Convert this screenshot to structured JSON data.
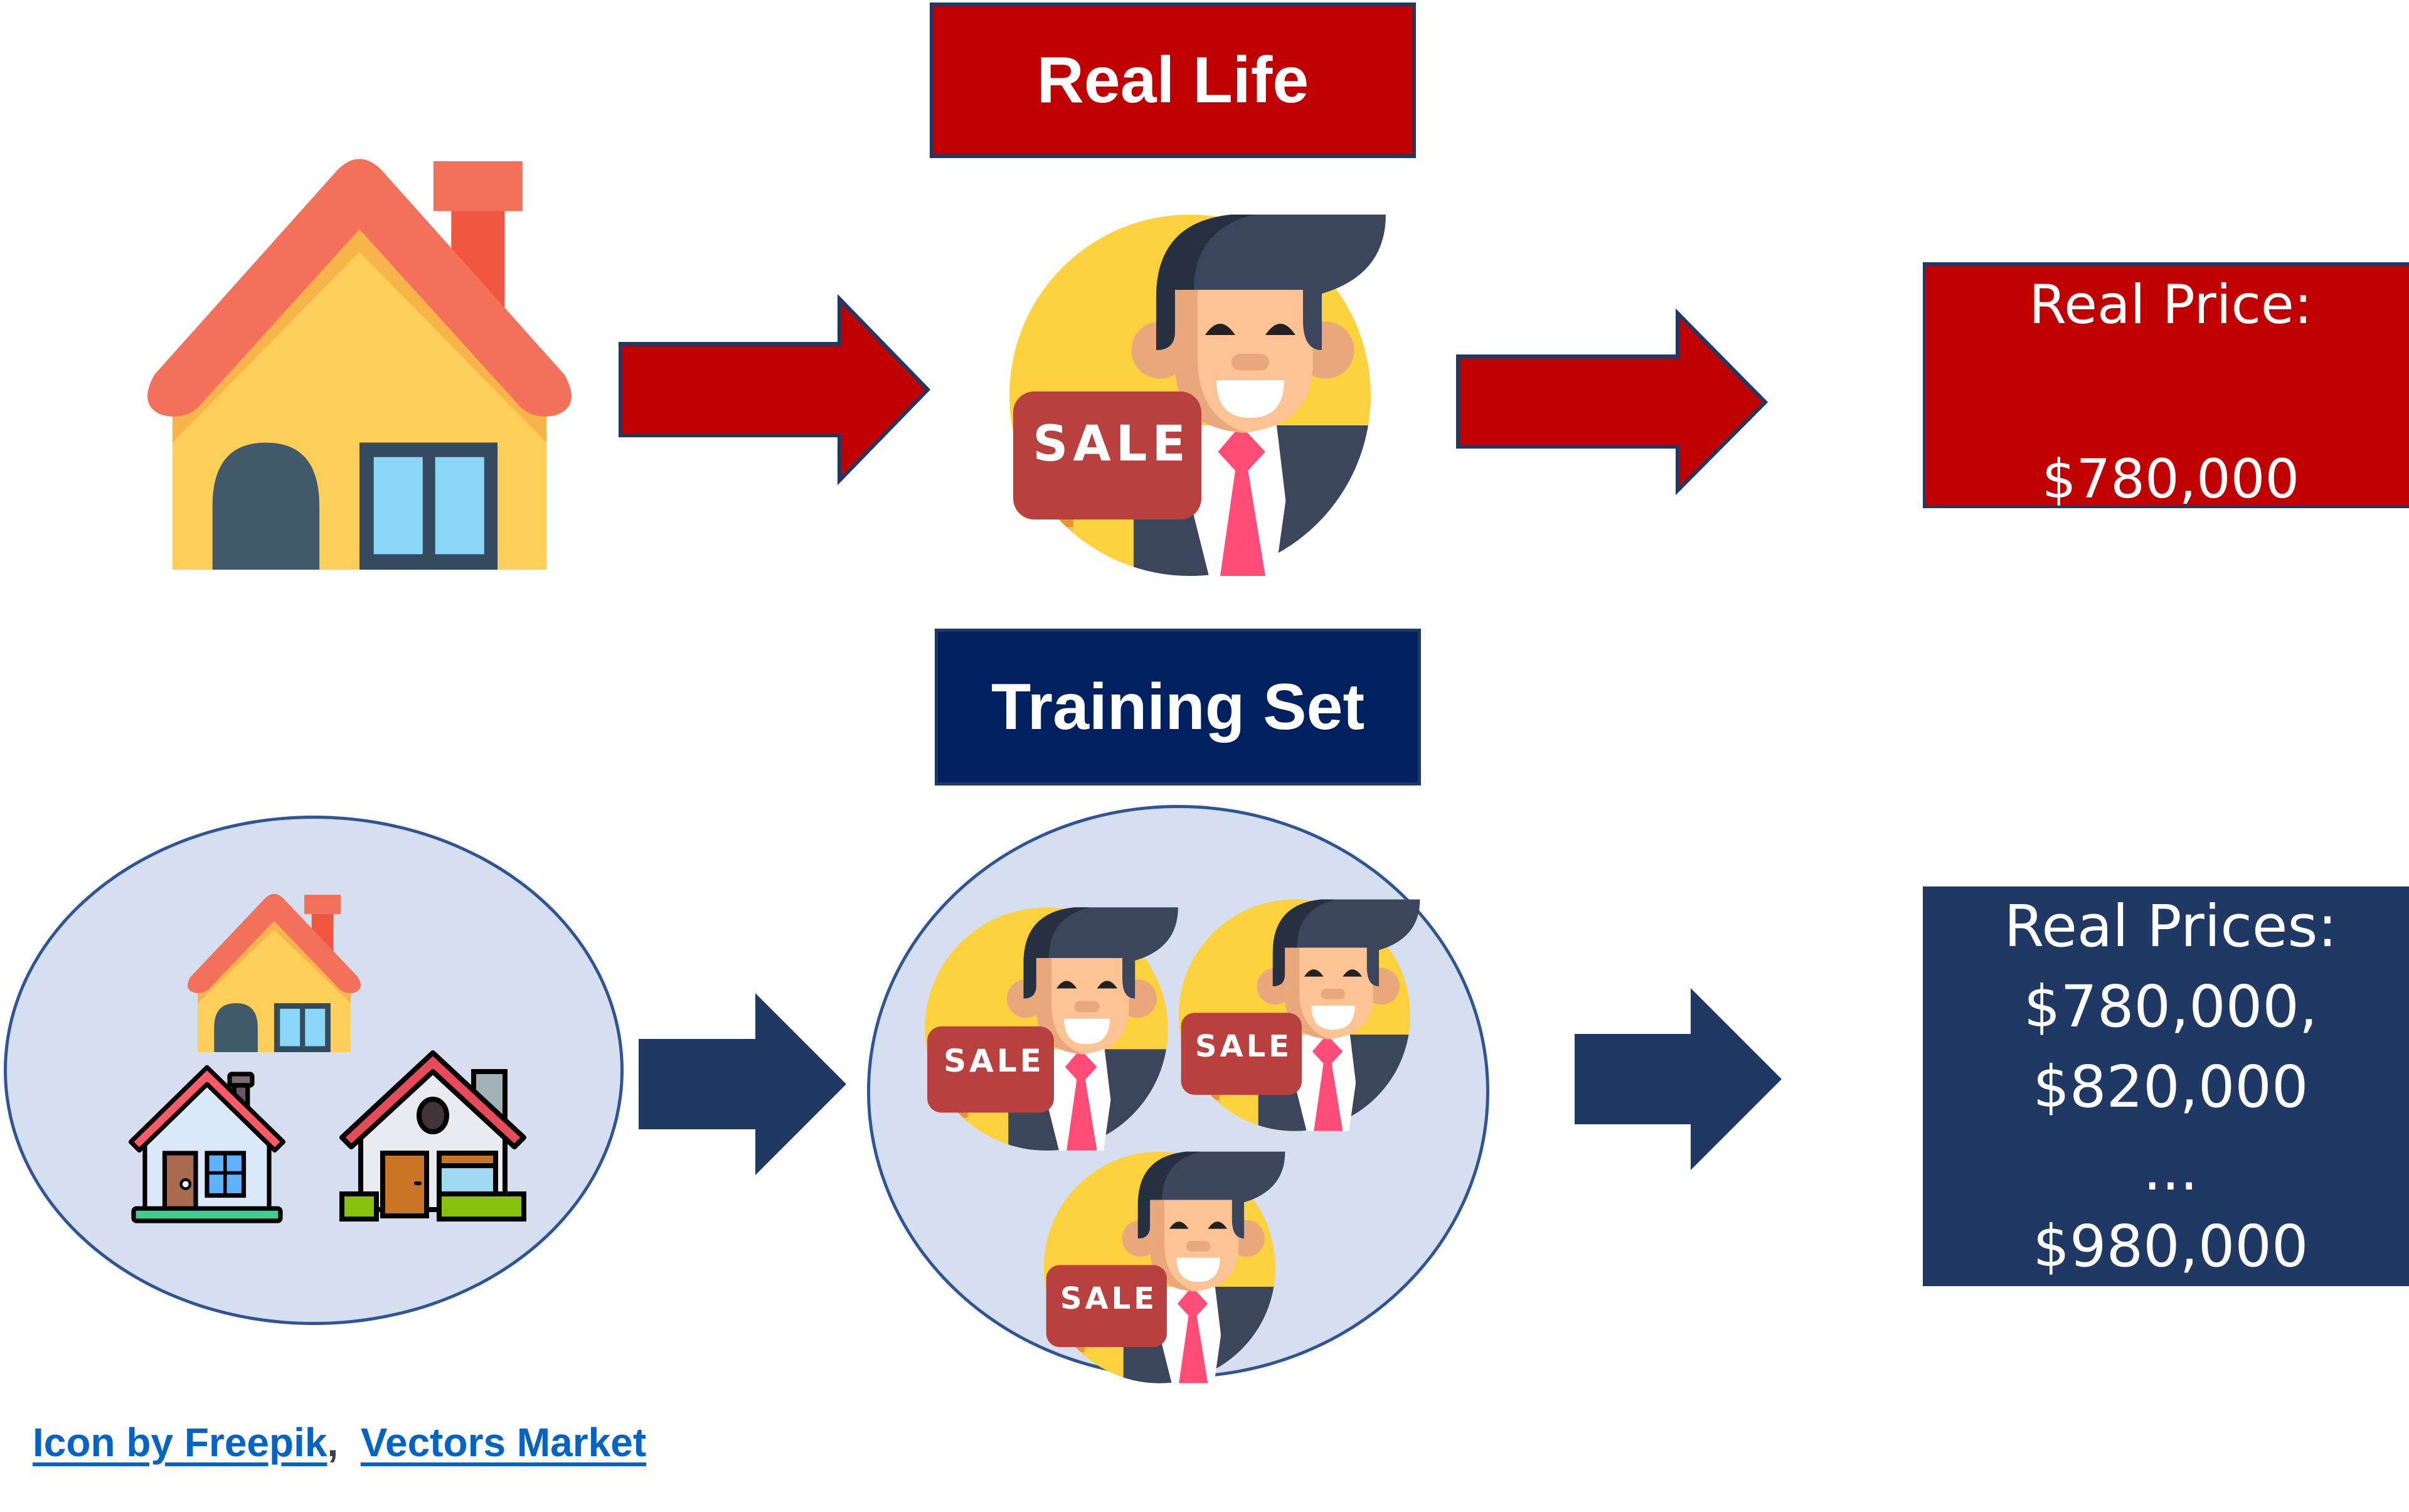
{
  "top_row": {
    "section_label": "Real Life",
    "input_icon": "house-icon",
    "agent_icon": "realtor-with-sale-sign-icon",
    "agent_sign_text": "SALE",
    "output_box": {
      "title": "Real Price:",
      "value": "$780,000"
    },
    "arrow_color": "#C00000"
  },
  "bottom_row": {
    "section_label": "Training Set",
    "input_icons": [
      "house-icon",
      "cottage-outline-icon",
      "house-outline-icon"
    ],
    "agent_icons": [
      "realtor-with-sale-sign-icon",
      "realtor-with-sale-sign-icon",
      "realtor-with-sale-sign-icon"
    ],
    "agent_sign_text": "SALE",
    "output_box": {
      "title": "Real Prices:",
      "values": [
        "$780,000,",
        "$820,000",
        "...",
        "$980,000"
      ]
    },
    "arrow_color": "#203864"
  },
  "credits": {
    "link1": "Icon by Freepik",
    "separator": ",",
    "link2": "Vectors Market"
  },
  "colors": {
    "real_life_red": "#C00000",
    "training_navy": "#002060",
    "price_navy": "#203864",
    "ellipse_fill": "#D5DFF0",
    "ellipse_border": "#2F5597",
    "link_blue": "#0563C1"
  }
}
